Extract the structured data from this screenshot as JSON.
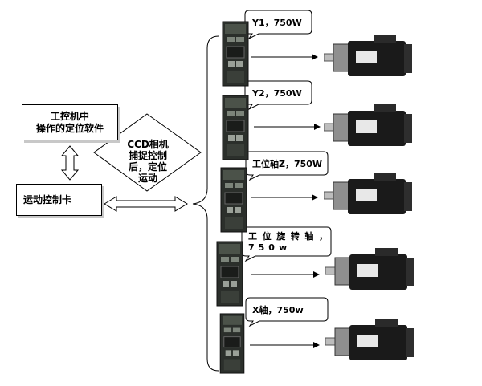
{
  "software_box": {
    "line1": "工控机中",
    "line2": "操作的定位软件"
  },
  "motion_card": {
    "label": "运动控制卡"
  },
  "ccd": {
    "line1": "CCD相机",
    "line2": "捕捉控制",
    "line3": "后，定位",
    "line4": "运动"
  },
  "axes": [
    {
      "label": "Y1，750W"
    },
    {
      "label": "Y2，750W"
    },
    {
      "label": "工位轴Z，750W"
    },
    {
      "label": "工位旋转轴，750w"
    },
    {
      "label": "X轴，750w"
    }
  ],
  "colors": {
    "line": "#000000",
    "drive_body": "#2b2f2b",
    "motor_body": "#1a1a1a",
    "shadow": "#c8c8c8"
  }
}
